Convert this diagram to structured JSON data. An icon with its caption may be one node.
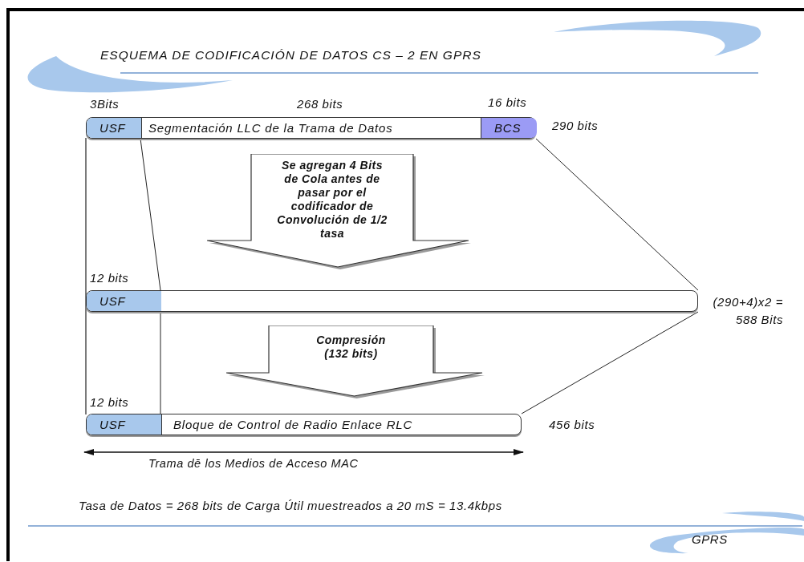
{
  "diagram": {
    "title": "ESQUEMA DE CODIFICACIÓN DE DATOS CS – 2 EN GPRS",
    "nodes": [
      {
        "text": [],
        "shape": "bar",
        "beside": [
          "290 bits"
        ]
      },
      {
        "text": [
          "USF"
        ],
        "in": 0,
        "beside": [
          "3Bits"
        ]
      },
      {
        "text": [
          "Segmentación LLC de la Trama de Datos"
        ],
        "in": 0,
        "beside": [
          "268 bits"
        ]
      },
      {
        "text": [
          "BCS"
        ],
        "in": 0,
        "beside": [
          "16 bits"
        ]
      },
      {
        "text": [
          "Se agregan 4 Bits de Cola antes de pasar por el codificador de Convolución de 1/2 tasa"
        ]
      },
      {
        "text": [],
        "shape": "bar",
        "beside": [
          "(290+4)x2 = 588 Bits"
        ]
      },
      {
        "text": [
          "USF"
        ],
        "in": 5,
        "beside": [
          "12 bits"
        ]
      },
      {
        "text": [
          "Compresión (132 bits)"
        ]
      },
      {
        "text": [],
        "shape": "bar",
        "beside": [
          "456 bits"
        ]
      },
      {
        "text": [
          "USF"
        ],
        "in": 8,
        "beside": [
          "12 bits"
        ]
      },
      {
        "text": [
          "Bloque de Control de Radio Enlace RLC"
        ],
        "in": 8
      }
    ],
    "edges": [
      {
        "from": 0,
        "to": 5,
        "arrow": "none"
      },
      {
        "from": 5,
        "to": 8,
        "arrow": "none"
      },
      {
        "from": 1,
        "to": 6,
        "arrow": "none"
      },
      {
        "from": 6,
        "to": 9,
        "arrow": "none"
      }
    ],
    "labels": [
      "Trama dē los Medios de Acceso MAC",
      "Tasa de Datos = 268 bits de Carga Útil muestreados a 20 mS = 13.4kbps",
      "GPRS"
    ]
  }
}
